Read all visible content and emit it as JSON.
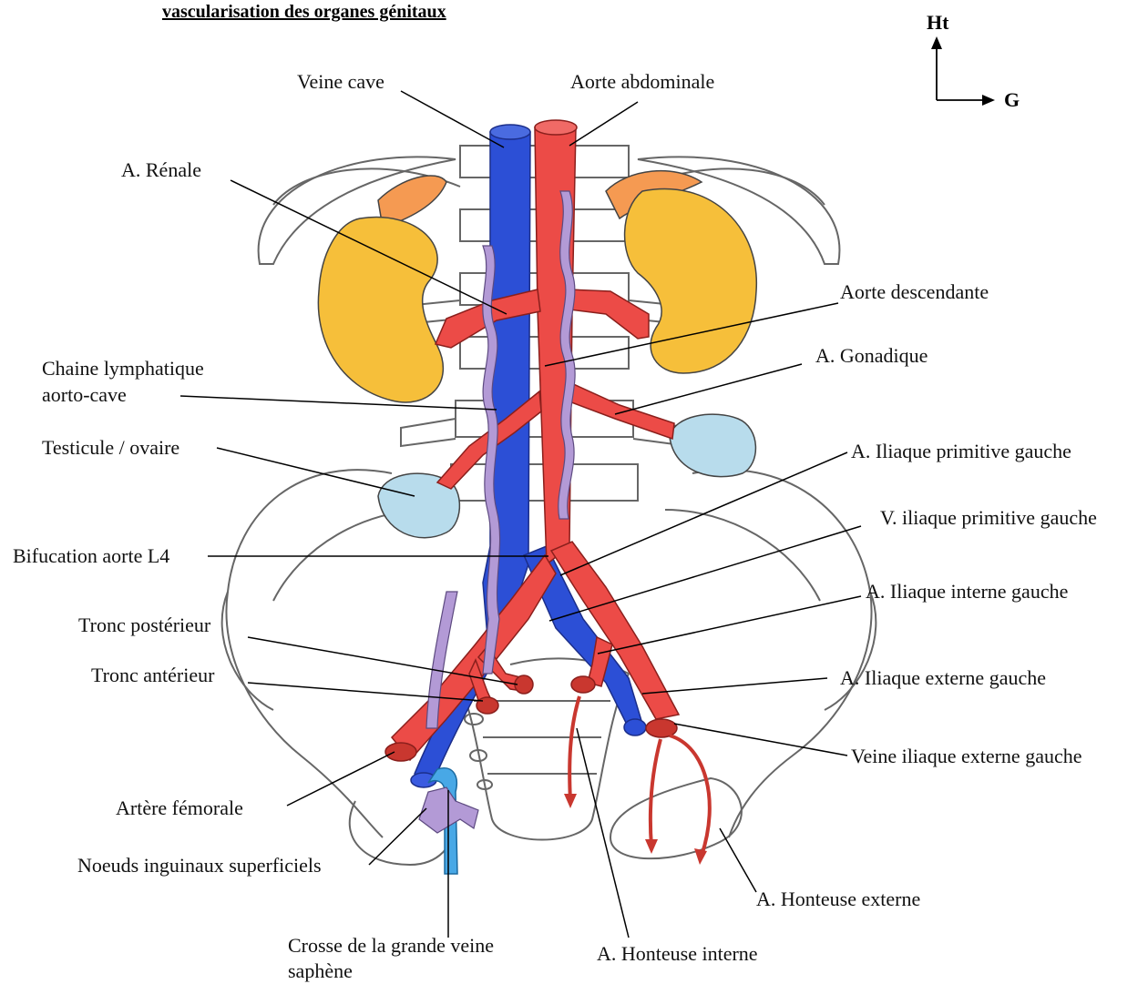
{
  "title": "vascularisation des organes génitaux",
  "orientation": {
    "up": "Ht",
    "right": "G"
  },
  "labels": {
    "veine_cave": "Veine cave",
    "aorte_abdominale": "Aorte abdominale",
    "a_renale": "A.  Rénale",
    "aorte_descendante": "Aorte descendante",
    "a_gonadique": "A.  Gonadique",
    "chaine_lymphatique_1": "Chaine lymphatique",
    "chaine_lymphatique_2": "aorto-cave",
    "testicule_ovaire": "Testicule / ovaire",
    "a_iliaque_primitive_gauche": "A.  Iliaque primitive gauche",
    "v_iliaque_primitive_gauche": "V. iliaque primitive gauche",
    "bifurcation_aorte": "Bifucation aorte L4",
    "a_iliaque_interne_gauche": "A.  Iliaque interne gauche",
    "tronc_posterieur": "Tronc postérieur",
    "tronc_anterieur": "Tronc antérieur",
    "a_iliaque_externe_gauche": "A.  Iliaque externe gauche",
    "veine_iliaque_externe_gauche": "Veine iliaque externe gauche",
    "artere_femorale": "Artère fémorale",
    "noeuds_inguinaux": "Noeuds inguinaux superficiels",
    "a_honteuse_externe": "A.  Honteuse externe",
    "crosse_1": "Crosse de la grande veine",
    "crosse_2": "saphène",
    "a_honteuse_interne": "A.  Honteuse interne"
  },
  "colors": {
    "artery": "#ec4b47",
    "vein": "#2c4fd6",
    "lymph": "#b39ad6",
    "kidney": "#f6bf3a",
    "adrenal": "#f59a52",
    "gonad": "#b8dcec",
    "saphenous": "#48a8e6",
    "bone_outline": "#555555"
  }
}
